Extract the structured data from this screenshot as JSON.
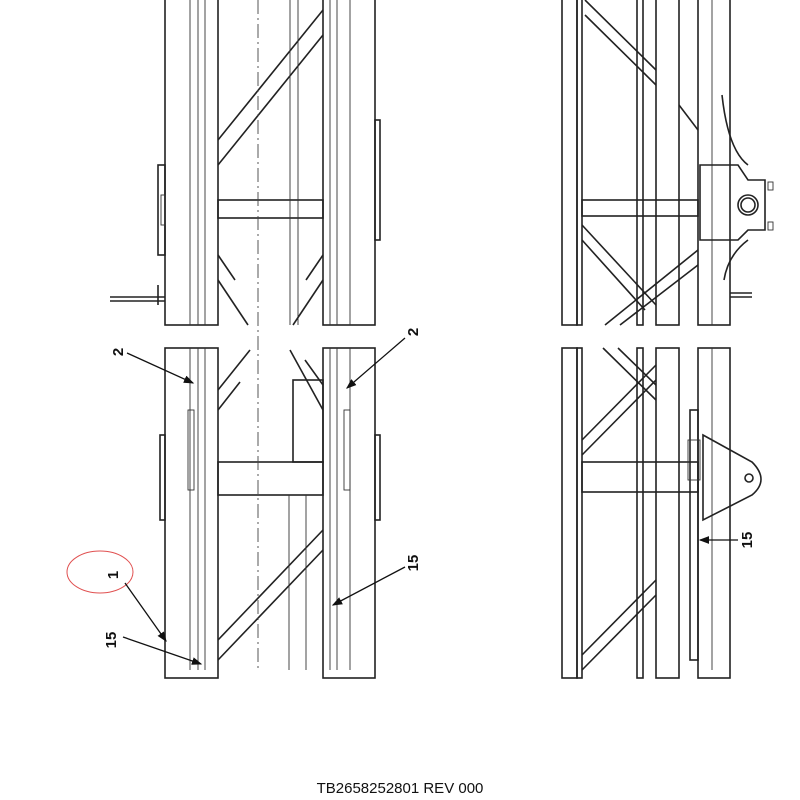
{
  "drawing": {
    "document_number": "TB2658252801 REV 000",
    "callouts": {
      "left_upper_2": "2",
      "right_upper_2": "2",
      "item_1": "1",
      "left_lower_15": "15",
      "right_lower_15": "15",
      "side_view_15": "15"
    },
    "highlight_color": "#e05050"
  }
}
